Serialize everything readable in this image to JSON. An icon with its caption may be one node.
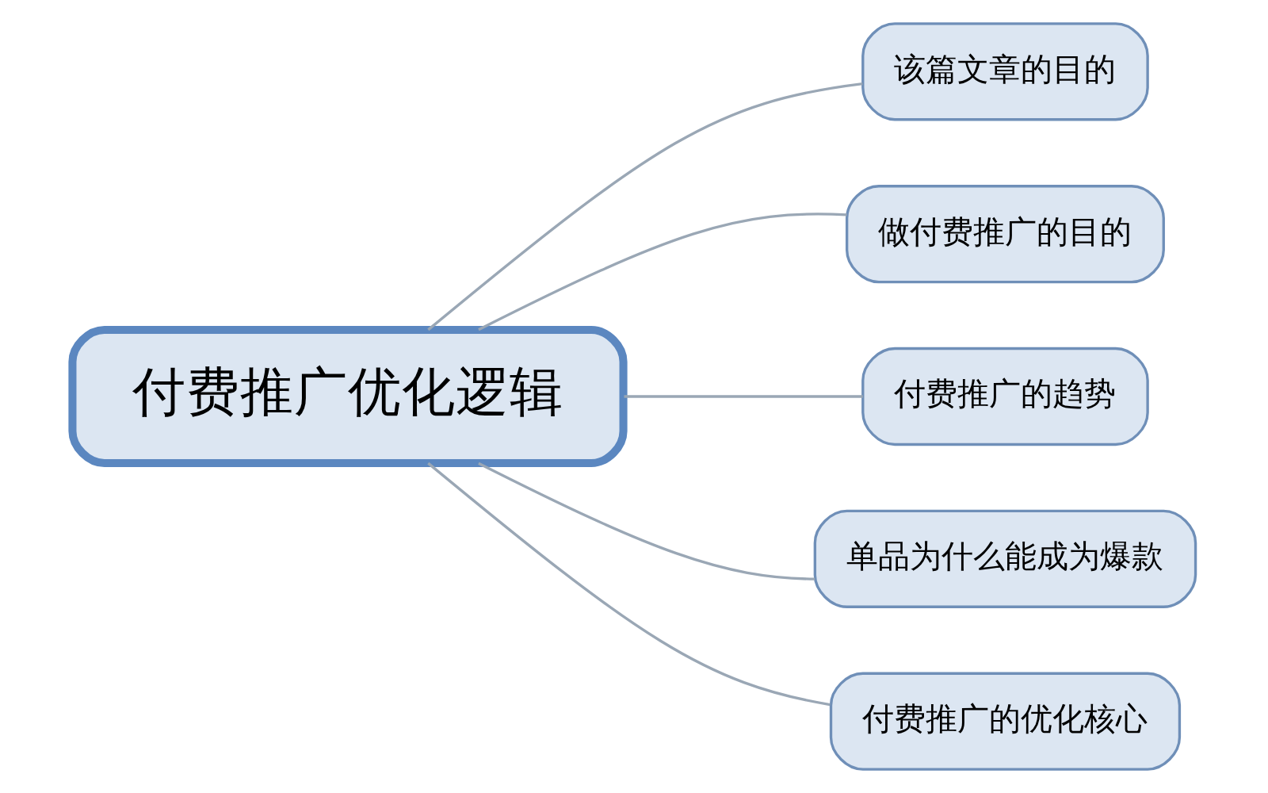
{
  "diagram": {
    "nodes": [
      {
        "text": [
          "付费推广优化逻辑"
        ]
      },
      {
        "text": [
          "该篇文章的目的"
        ]
      },
      {
        "text": [
          "做付费推广的目的"
        ]
      },
      {
        "text": [
          "付费推广的趋势"
        ]
      },
      {
        "text": [
          "单品为什么能成为爆款"
        ]
      },
      {
        "text": [
          "付费推广的优化核心"
        ]
      }
    ],
    "edges": [
      {
        "from": 0,
        "to": 1,
        "arrow": "none"
      },
      {
        "from": 0,
        "to": 2,
        "arrow": "none"
      },
      {
        "from": 0,
        "to": 3,
        "arrow": "none"
      },
      {
        "from": 0,
        "to": 4,
        "arrow": "none"
      },
      {
        "from": 0,
        "to": 5,
        "arrow": "none"
      }
    ]
  }
}
